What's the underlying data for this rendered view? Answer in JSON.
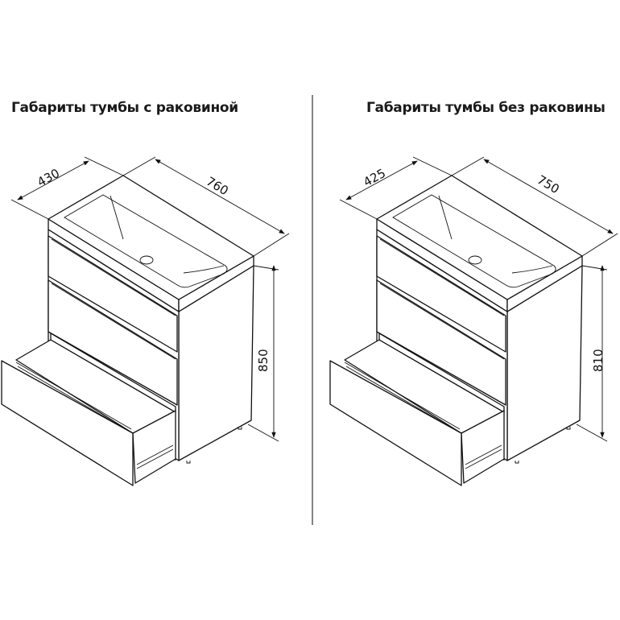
{
  "left": {
    "title": "Габариты тумбы с раковиной",
    "depth": "430",
    "width": "760",
    "height": "850"
  },
  "right": {
    "title": "Габариты тумбы без раковины",
    "depth": "425",
    "width": "750",
    "height": "810"
  }
}
